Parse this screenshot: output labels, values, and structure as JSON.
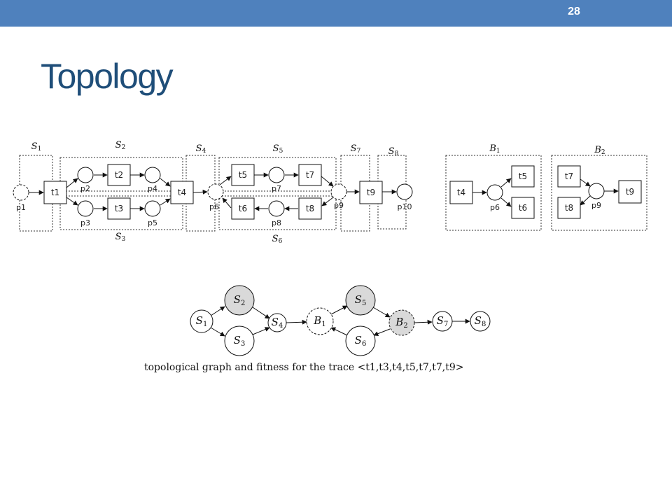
{
  "slide": {
    "page_number": "28",
    "title": "Topology"
  },
  "petri_net": {
    "places": [
      "p1",
      "p2",
      "p3",
      "p4",
      "p5",
      "p6",
      "p7",
      "p8",
      "p9",
      "p10"
    ],
    "transitions": [
      "t1",
      "t2",
      "t3",
      "t4",
      "t5",
      "t6",
      "t7",
      "t8",
      "t9"
    ],
    "regions": [
      {
        "id": "S1",
        "letter": "S",
        "sub": "1"
      },
      {
        "id": "S2",
        "letter": "S",
        "sub": "2"
      },
      {
        "id": "S3",
        "letter": "S",
        "sub": "3"
      },
      {
        "id": "S4",
        "letter": "S",
        "sub": "4"
      },
      {
        "id": "S5",
        "letter": "S",
        "sub": "5"
      },
      {
        "id": "S6",
        "letter": "S",
        "sub": "6"
      },
      {
        "id": "S7",
        "letter": "S",
        "sub": "7"
      },
      {
        "id": "S8",
        "letter": "S",
        "sub": "8"
      }
    ],
    "bridges": [
      {
        "id": "B1",
        "letter": "B",
        "sub": "1"
      },
      {
        "id": "B2",
        "letter": "B",
        "sub": "2"
      }
    ]
  },
  "topo_graph": {
    "nodes": [
      {
        "id": "S1",
        "letter": "S",
        "sub": "1",
        "fill": "#ffffff",
        "dashed": false
      },
      {
        "id": "S2",
        "letter": "S",
        "sub": "2",
        "fill": "#d9d9d9",
        "dashed": false
      },
      {
        "id": "S3",
        "letter": "S",
        "sub": "3",
        "fill": "#ffffff",
        "dashed": false
      },
      {
        "id": "S4",
        "letter": "S",
        "sub": "4",
        "fill": "#ffffff",
        "dashed": false
      },
      {
        "id": "B1",
        "letter": "B",
        "sub": "1",
        "fill": "#ffffff",
        "dashed": true
      },
      {
        "id": "S5",
        "letter": "S",
        "sub": "5",
        "fill": "#d9d9d9",
        "dashed": false
      },
      {
        "id": "S6",
        "letter": "S",
        "sub": "6",
        "fill": "#ffffff",
        "dashed": false
      },
      {
        "id": "B2",
        "letter": "B",
        "sub": "2",
        "fill": "#d9d9d9",
        "dashed": true
      },
      {
        "id": "S7",
        "letter": "S",
        "sub": "7",
        "fill": "#ffffff",
        "dashed": false
      },
      {
        "id": "S8",
        "letter": "S",
        "sub": "8",
        "fill": "#ffffff",
        "dashed": false
      }
    ],
    "caption": "topological graph and fitness for the trace <t1,t3,t4,t5,t7,t7,t9>"
  }
}
